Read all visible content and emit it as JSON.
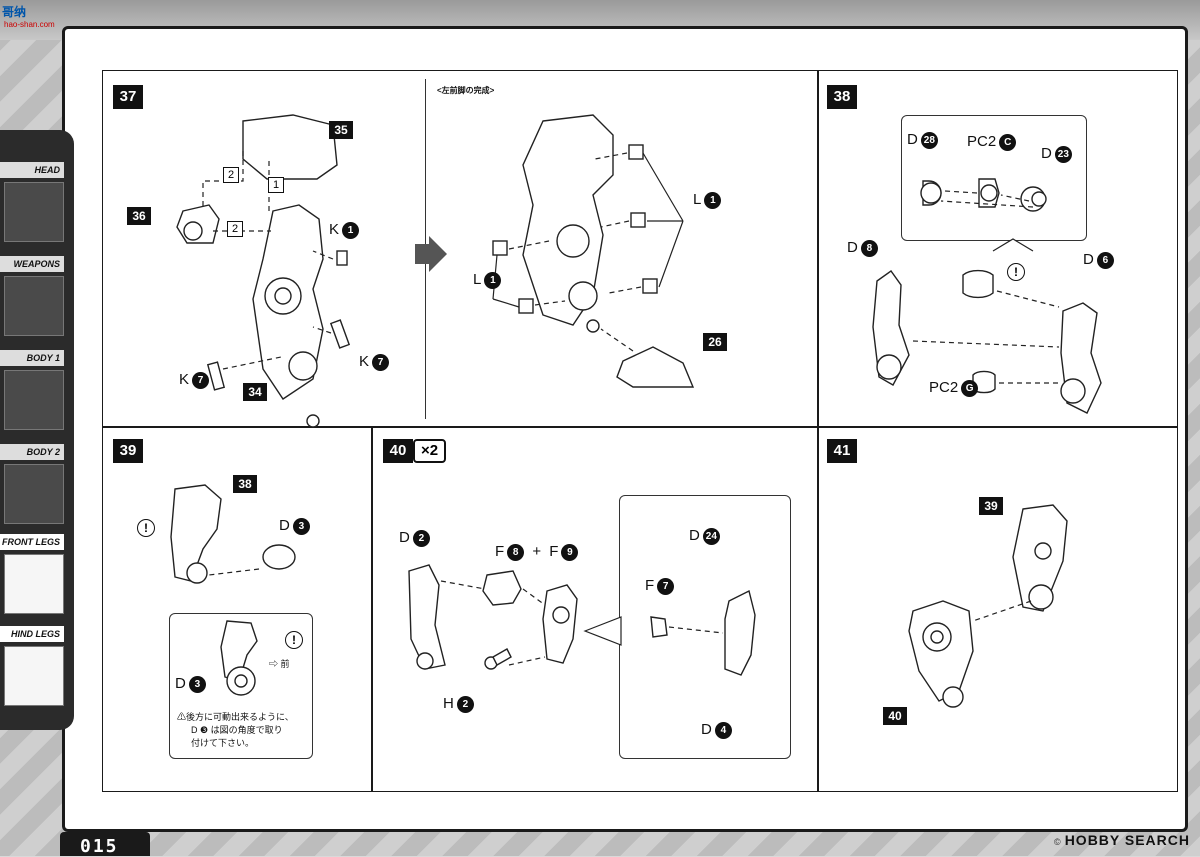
{
  "header": {
    "logo": "哥纳",
    "logo_sub": "hao-shan.com"
  },
  "sidebar": {
    "tabs": [
      {
        "label": "HEAD",
        "icon": "head-thumbnail-icon",
        "active": false
      },
      {
        "label": "WEAPONS",
        "icon": "weapons-thumbnail-icon",
        "active": false
      },
      {
        "label": "BODY 1",
        "icon": "body1-thumbnail-icon",
        "active": false
      },
      {
        "label": "BODY 2",
        "icon": "body2-thumbnail-icon",
        "active": false
      },
      {
        "label": "FRONT LEGS",
        "icon": "front-legs-thumbnail-icon",
        "active": true
      },
      {
        "label": "HIND LEGS",
        "icon": "hind-legs-thumbnail-icon",
        "active": false
      }
    ]
  },
  "steps": {
    "s37": {
      "number": "37",
      "refs": {
        "a": "35",
        "b": "36",
        "c": "34"
      },
      "arrow_nums": {
        "n1": "1",
        "n2": "2",
        "n3": "2"
      },
      "parts": {
        "k1": {
          "letter": "K",
          "num": "1"
        },
        "k7a": {
          "letter": "K",
          "num": "7"
        },
        "k7b": {
          "letter": "K",
          "num": "7"
        }
      }
    },
    "s37b": {
      "caption": "<左前脚の完成>",
      "ref": "26",
      "parts": {
        "l1a": {
          "letter": "L",
          "num": "1"
        },
        "l1b": {
          "letter": "L",
          "num": "1"
        }
      }
    },
    "s38": {
      "number": "38",
      "parts": {
        "d28": {
          "letter": "D",
          "num": "28"
        },
        "pc2c": {
          "letter": "PC2",
          "num": "C"
        },
        "d23": {
          "letter": "D",
          "num": "23"
        },
        "d8": {
          "letter": "D",
          "num": "8"
        },
        "d6": {
          "letter": "D",
          "num": "6"
        },
        "pc2g": {
          "letter": "PC2",
          "num": "G"
        }
      },
      "excl": "!"
    },
    "s39": {
      "number": "39",
      "ref": "38",
      "parts": {
        "d3a": {
          "letter": "D",
          "num": "3"
        },
        "d3b": {
          "letter": "D",
          "num": "3"
        }
      },
      "excl": "!",
      "direction": "⇨ 前",
      "note_lines": [
        "⚠後方に可動出来るように、",
        "D ❸ は図の角度で取り",
        "付けて下さい。"
      ]
    },
    "s40": {
      "number": "40",
      "multiplier": "×2",
      "parts": {
        "d2": {
          "letter": "D",
          "num": "2"
        },
        "f8": {
          "letter": "F",
          "num": "8"
        },
        "plus": "+",
        "f9": {
          "letter": "F",
          "num": "9"
        },
        "h2": {
          "letter": "H",
          "num": "2"
        },
        "d24": {
          "letter": "D",
          "num": "24"
        },
        "f7": {
          "letter": "F",
          "num": "7"
        },
        "d4": {
          "letter": "D",
          "num": "4"
        }
      }
    },
    "s41": {
      "number": "41",
      "refs": {
        "a": "39",
        "b": "40"
      }
    }
  },
  "footer": {
    "page_number": "015",
    "watermark_copy": "©",
    "watermark_brand": "HOBBY SEARCH"
  }
}
